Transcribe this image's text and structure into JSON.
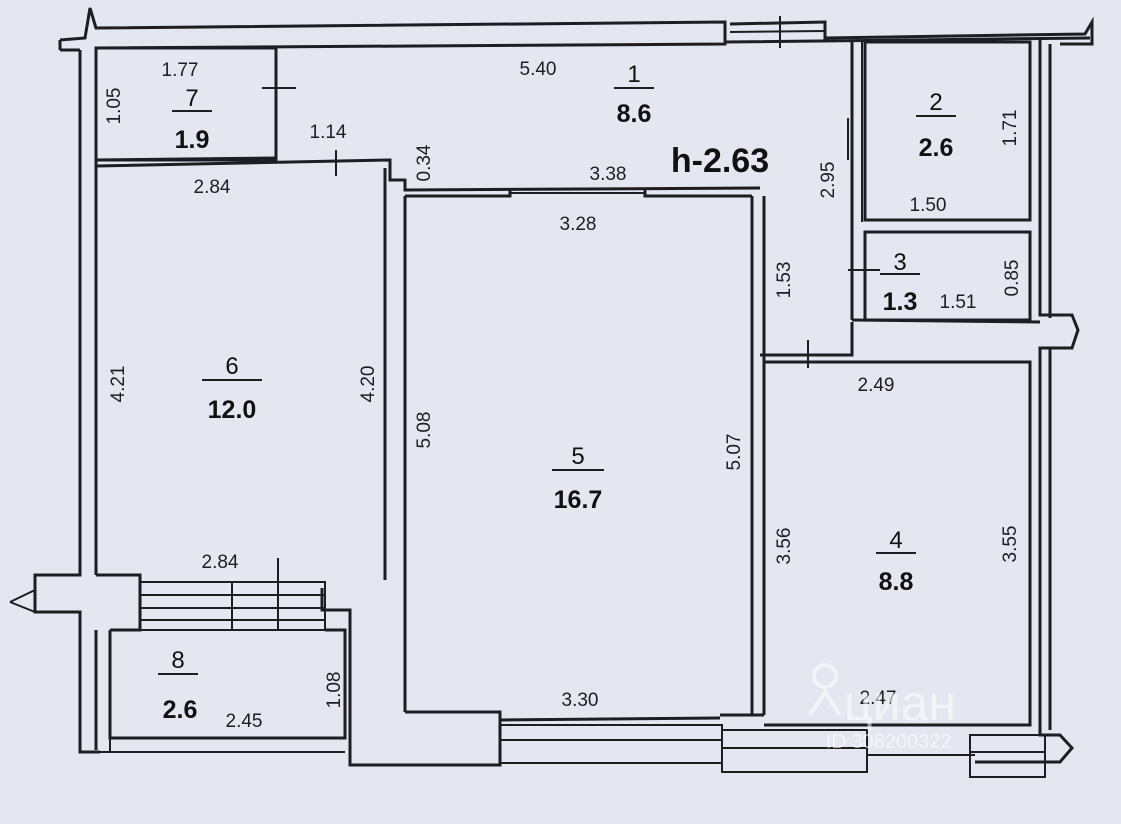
{
  "plan": {
    "ceiling_height": "h-2.63",
    "rooms": [
      {
        "id": "1",
        "area": "8.6"
      },
      {
        "id": "2",
        "area": "2.6"
      },
      {
        "id": "3",
        "area": "1.3"
      },
      {
        "id": "4",
        "area": "8.8"
      },
      {
        "id": "5",
        "area": "16.7"
      },
      {
        "id": "6",
        "area": "12.0"
      },
      {
        "id": "7",
        "area": "1.9"
      },
      {
        "id": "8",
        "area": "2.6"
      }
    ],
    "dimensions": {
      "r7_width": "1.77",
      "r7_height": "1.05",
      "r1_length": "5.40",
      "r1_passage": "1.14",
      "r1_step": "0.34",
      "r1_right": "2.95",
      "r2_height": "1.71",
      "r2_width": "1.50",
      "r3_width": "1.51",
      "r3_height": "0.85",
      "r5_top_outer": "3.38",
      "r5_top_inner": "3.28",
      "r5_left": "5.08",
      "r5_right": "5.07",
      "r5_bottom": "3.30",
      "r4_corridor": "1.53",
      "r4_top": "2.49",
      "r4_left": "3.56",
      "r4_right": "3.55",
      "r4_bottom": "2.47",
      "r6_top": "2.84",
      "r6_left": "4.21",
      "r6_right": "4.20",
      "r6_bottom": "2.84",
      "r8_width": "2.45",
      "r8_height": "1.08"
    }
  },
  "watermark": {
    "brand": "циан",
    "id_text": "ID 308200322"
  }
}
